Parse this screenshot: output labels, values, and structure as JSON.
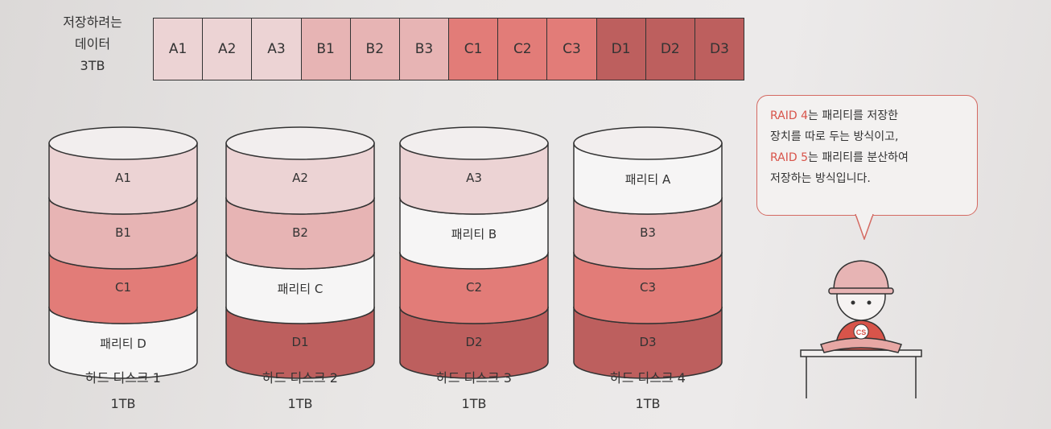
{
  "data_label": [
    "저장하려는",
    "데이터",
    "3TB"
  ],
  "strip": [
    {
      "label": "A1",
      "color": "#ecd3d4"
    },
    {
      "label": "A2",
      "color": "#ecd3d4"
    },
    {
      "label": "A3",
      "color": "#ecd3d4"
    },
    {
      "label": "B1",
      "color": "#e7b4b4"
    },
    {
      "label": "B2",
      "color": "#e7b4b4"
    },
    {
      "label": "B3",
      "color": "#e7b4b4"
    },
    {
      "label": "C1",
      "color": "#e27c78"
    },
    {
      "label": "C2",
      "color": "#e27c78"
    },
    {
      "label": "C3",
      "color": "#e27c78"
    },
    {
      "label": "D1",
      "color": "#bd5f5e"
    },
    {
      "label": "D2",
      "color": "#bd5f5e"
    },
    {
      "label": "D3",
      "color": "#bd5f5e"
    }
  ],
  "disks": [
    {
      "caption": "하드 디스크 1",
      "size": "1TB",
      "layers": [
        {
          "label": "A1",
          "color": "#ecd3d4"
        },
        {
          "label": "B1",
          "color": "#e7b4b4"
        },
        {
          "label": "C1",
          "color": "#e27c78"
        },
        {
          "label": "패리티 D",
          "color": "#f6f5f5"
        }
      ]
    },
    {
      "caption": "하드 디스크 2",
      "size": "1TB",
      "layers": [
        {
          "label": "A2",
          "color": "#ecd3d4"
        },
        {
          "label": "B2",
          "color": "#e7b4b4"
        },
        {
          "label": "패리티 C",
          "color": "#f6f5f5"
        },
        {
          "label": "D1",
          "color": "#bd5f5e"
        }
      ]
    },
    {
      "caption": "하드 디스크 3",
      "size": "1TB",
      "layers": [
        {
          "label": "A3",
          "color": "#ecd3d4"
        },
        {
          "label": "패리티 B",
          "color": "#f6f5f5"
        },
        {
          "label": "C2",
          "color": "#e27c78"
        },
        {
          "label": "D2",
          "color": "#bd5f5e"
        }
      ]
    },
    {
      "caption": "하드 디스크 4",
      "size": "1TB",
      "layers": [
        {
          "label": "패리티 A",
          "color": "#f6f5f5"
        },
        {
          "label": "B3",
          "color": "#e7b4b4"
        },
        {
          "label": "C3",
          "color": "#e27c78"
        },
        {
          "label": "D3",
          "color": "#bd5f5e"
        }
      ]
    }
  ],
  "bubble": {
    "line1_red": "RAID 4",
    "line1_rest": "는 패리티를 저장한",
    "line2": "장치를 따로 두는 방식이고,",
    "line3_red": "RAID 5",
    "line3_rest": "는 패리티를 분산하여",
    "line4": "저장하는 방식입니다."
  },
  "mascot": {
    "badge": "CS",
    "accent": "#d8544a"
  }
}
